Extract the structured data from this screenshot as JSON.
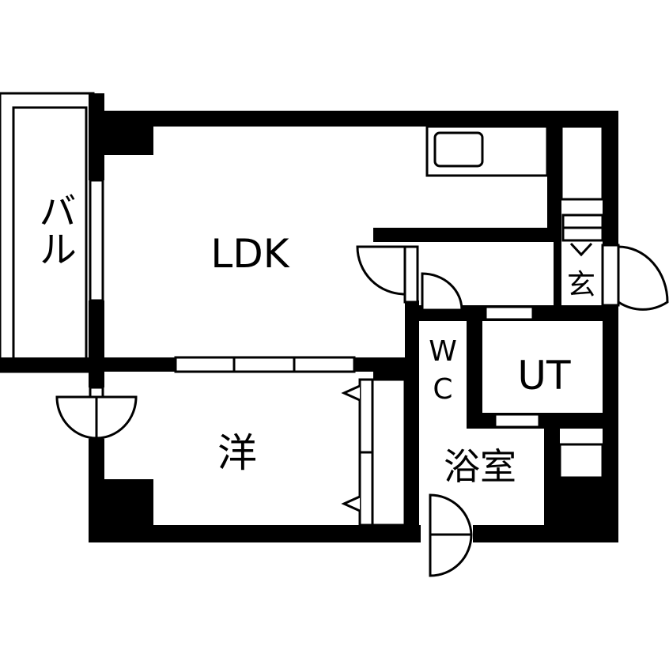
{
  "rooms": {
    "ldk": "LDK",
    "western_room": "洋",
    "balcony": "バル",
    "entrance": "玄",
    "toilet_w": "W",
    "toilet_c": "C",
    "utility": "UT",
    "bathroom": "浴室"
  },
  "colors": {
    "wall": "#000000",
    "floor": "#ffffff",
    "line": "#000000"
  }
}
